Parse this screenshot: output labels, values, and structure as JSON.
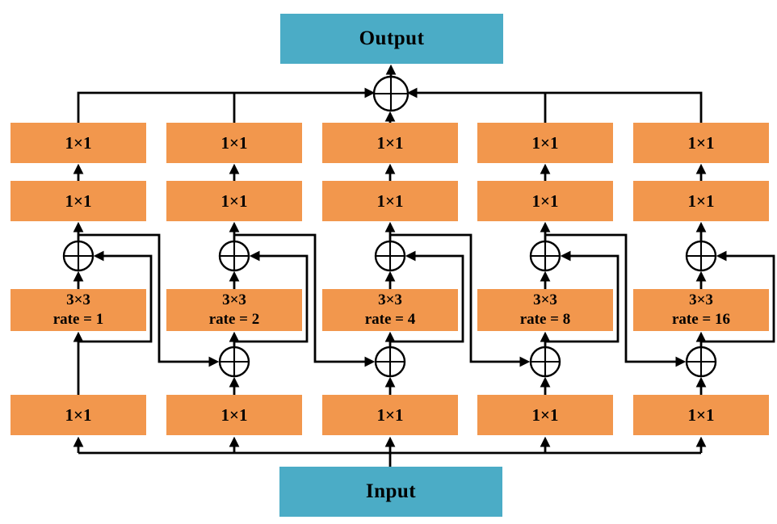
{
  "colors": {
    "orange": "#F2974D",
    "teal": "#4BACC6",
    "line": "#000000"
  },
  "icons": {
    "sum-node": "⊕",
    "arrowhead": "▲"
  },
  "output": {
    "label": "Output"
  },
  "input": {
    "label": "Input"
  },
  "columns": [
    {
      "top": "1×1",
      "mid": "1×1",
      "conv": "3×3",
      "rate": "rate = 1",
      "bottom": "1×1"
    },
    {
      "top": "1×1",
      "mid": "1×1",
      "conv": "3×3",
      "rate": "rate = 2",
      "bottom": "1×1"
    },
    {
      "top": "1×1",
      "mid": "1×1",
      "conv": "3×3",
      "rate": "rate = 4",
      "bottom": "1×1"
    },
    {
      "top": "1×1",
      "mid": "1×1",
      "conv": "3×3",
      "rate": "rate = 8",
      "bottom": "1×1"
    },
    {
      "top": "1×1",
      "mid": "1×1",
      "conv": "3×3",
      "rate": "rate = 16",
      "bottom": "1×1"
    }
  ]
}
